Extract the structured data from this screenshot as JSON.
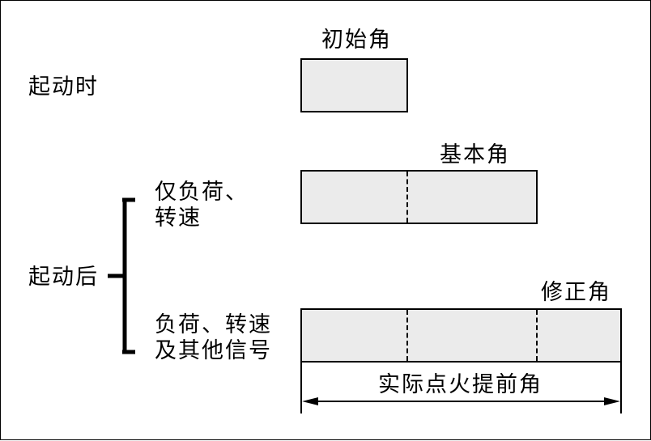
{
  "stages": {
    "startup": "起动时",
    "after_startup": "起动后"
  },
  "conditions": {
    "load_speed_only": [
      "仅负荷、",
      "转速"
    ],
    "load_speed_other": [
      "负荷、转速",
      "及其他信号"
    ]
  },
  "angles": {
    "initial": "初始角",
    "base": "基本角",
    "correction": "修正角",
    "actual_advance": "实际点火提前角"
  },
  "colors": {
    "bar_fill": "#ebebeb",
    "line": "#000000"
  }
}
